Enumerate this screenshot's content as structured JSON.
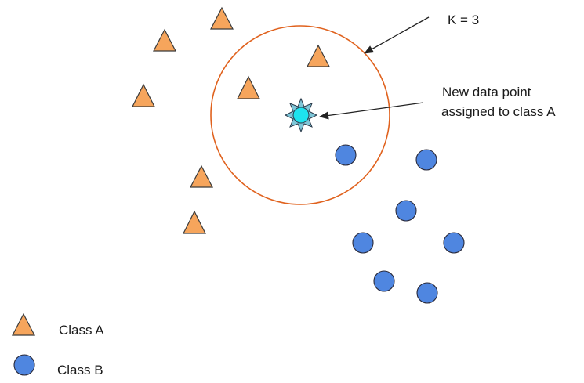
{
  "annotations": {
    "k_label": "K = 3",
    "new_point_line1": "New data point",
    "new_point_line2": "assigned to class A"
  },
  "legend": {
    "class_a": "Class A",
    "class_b": "Class B"
  },
  "colors": {
    "class_a_fill": "#f6a55c",
    "class_a_stroke": "#3a3a3a",
    "class_b_fill": "#4f86e0",
    "class_b_stroke": "#2a2a3a",
    "circle_stroke": "#e0621e",
    "new_point_fill": "#1ee3ee",
    "new_point_star": "#7ec6d8",
    "arrow": "#222222"
  },
  "icons": {
    "class_a_marker": "triangle",
    "class_b_marker": "circle",
    "new_point_marker": "star-burst"
  }
}
